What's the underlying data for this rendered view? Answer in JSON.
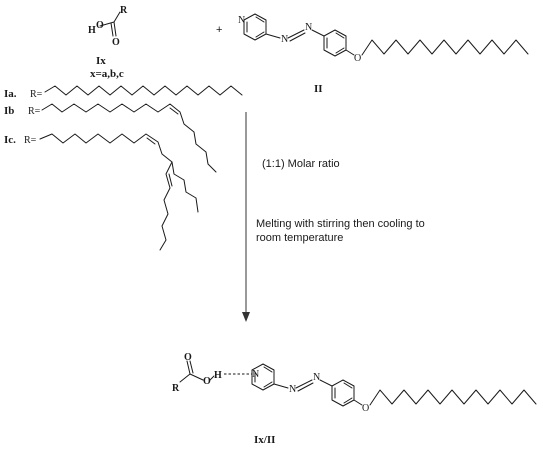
{
  "reactants": {
    "acid": {
      "atoms": {
        "R": "R",
        "H": "H",
        "O_single": "O",
        "O_double": "O"
      },
      "name": "Ix",
      "variants": "x=a,b,c"
    },
    "plus": "+",
    "pyridine": {
      "atoms": {
        "N_ring": "N",
        "N_azo_1": "N",
        "N_azo_2": "N",
        "O_ether": "O"
      },
      "name": "II"
    }
  },
  "substituents": [
    {
      "label": "Ia.",
      "r": "R="
    },
    {
      "label": "Ib",
      "r": "R="
    },
    {
      "label": "Ic.",
      "r": "R="
    }
  ],
  "conditions": {
    "ratio": "(1:1) Molar ratio",
    "process_line1": "Melting with stirring then cooling to",
    "process_line2": "room temperature"
  },
  "product": {
    "atoms": {
      "R": "R",
      "O_double": "O",
      "O_single": "O",
      "H": "H",
      "N_ring": "N",
      "N_azo_1": "N",
      "N_azo_2": "N",
      "O_ether": "O"
    },
    "name": "Ix/II"
  }
}
